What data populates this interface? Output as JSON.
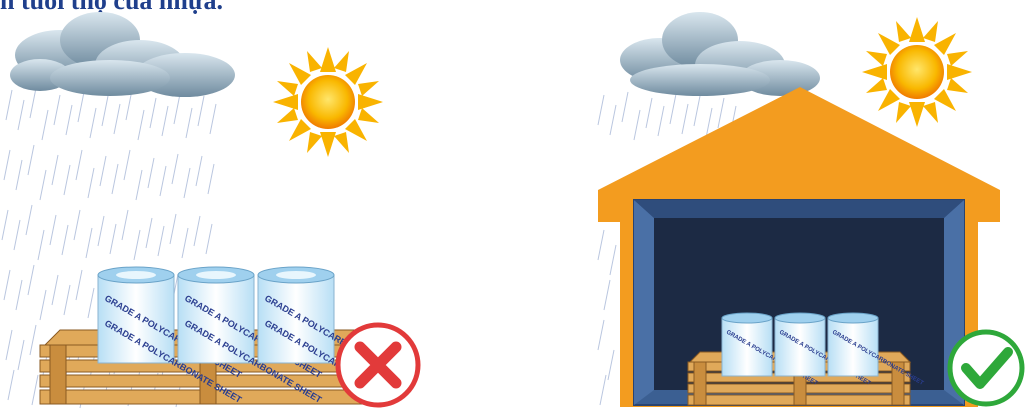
{
  "heading": {
    "text": "n tuổi thọ của nhựa."
  },
  "colors": {
    "heading": "#1f3f8c",
    "house_roof": "#f39c1f",
    "house_inner": "#3b5f92",
    "house_dark": "#1c2a44",
    "pallet_wood": "#e0a95a",
    "wrong_mark": "#e23a3a",
    "correct_mark": "#2ea83a",
    "sun": "#f7b500",
    "roll_blue": "#9fd0ee"
  },
  "rolls": {
    "print_text": "GRADE A POLYCARBONATE SHEET"
  },
  "scenes": [
    {
      "name": "outdoor-storage",
      "status": "wrong"
    },
    {
      "name": "sheltered-storage",
      "status": "correct"
    }
  ]
}
